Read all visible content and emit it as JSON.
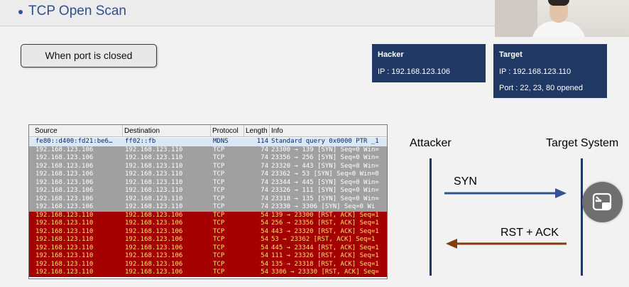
{
  "slide": {
    "title": "TCP Open Scan",
    "case_label": "When port is closed"
  },
  "hacker": {
    "title": "Hacker",
    "ip": "IP : 192.168.123.106"
  },
  "target": {
    "title": "Target",
    "ip": "IP : 192.168.123.110",
    "ports": "Port : 22, 23, 80 opened"
  },
  "capture": {
    "columns": [
      "Source",
      "Destination",
      "Protocol",
      "Length",
      "Info"
    ],
    "rows": [
      {
        "type": "mdns",
        "src": "fe80::d400:fd21:be6…",
        "dst": "ff02::fb",
        "proto": "MDNS",
        "len": "114",
        "info": "Standard query 0x0000 PTR _1"
      },
      {
        "type": "syn",
        "src": "192.168.123.106",
        "dst": "192.168.123.110",
        "proto": "TCP",
        "len": "74",
        "info": "23300 → 139 [SYN] Seq=0 Win="
      },
      {
        "type": "syn",
        "src": "192.168.123.106",
        "dst": "192.168.123.110",
        "proto": "TCP",
        "len": "74",
        "info": "23356 → 256 [SYN] Seq=0 Win="
      },
      {
        "type": "syn",
        "src": "192.168.123.106",
        "dst": "192.168.123.110",
        "proto": "TCP",
        "len": "74",
        "info": "23320 → 443 [SYN] Seq=0 Win="
      },
      {
        "type": "syn",
        "src": "192.168.123.106",
        "dst": "192.168.123.110",
        "proto": "TCP",
        "len": "74",
        "info": "23362 → 53 [SYN] Seq=0 Win=0"
      },
      {
        "type": "syn",
        "src": "192.168.123.106",
        "dst": "192.168.123.110",
        "proto": "TCP",
        "len": "74",
        "info": "23344 → 445 [SYN] Seq=0 Win="
      },
      {
        "type": "syn",
        "src": "192.168.123.106",
        "dst": "192.168.123.110",
        "proto": "TCP",
        "len": "74",
        "info": "23326 → 111 [SYN] Seq=0 Win="
      },
      {
        "type": "syn",
        "src": "192.168.123.106",
        "dst": "192.168.123.110",
        "proto": "TCP",
        "len": "74",
        "info": "23318 → 135 [SYN] Seq=0 Win="
      },
      {
        "type": "syn",
        "src": "192.168.123.106",
        "dst": "192.168.123.110",
        "proto": "TCP",
        "len": "74",
        "info": "23330 → 3306 [SYN] Seq=0 Wi"
      },
      {
        "type": "rst",
        "src": "192.168.123.110",
        "dst": "192.168.123.106",
        "proto": "TCP",
        "len": "54",
        "info": "139 → 23300 [RST, ACK] Seq=1"
      },
      {
        "type": "rst",
        "src": "192.168.123.110",
        "dst": "192.168.123.106",
        "proto": "TCP",
        "len": "54",
        "info": "256 → 23356 [RST, ACK] Seq=1"
      },
      {
        "type": "rst",
        "src": "192.168.123.110",
        "dst": "192.168.123.106",
        "proto": "TCP",
        "len": "54",
        "info": "443 → 23320 [RST, ACK] Seq=1"
      },
      {
        "type": "rst",
        "src": "192.168.123.110",
        "dst": "192.168.123.106",
        "proto": "TCP",
        "len": "54",
        "info": "53 → 23362 [RST, ACK] Seq=1"
      },
      {
        "type": "rst",
        "src": "192.168.123.110",
        "dst": "192.168.123.106",
        "proto": "TCP",
        "len": "54",
        "info": "445 → 23344 [RST, ACK] Seq=1"
      },
      {
        "type": "rst",
        "src": "192.168.123.110",
        "dst": "192.168.123.106",
        "proto": "TCP",
        "len": "54",
        "info": "111 → 23326 [RST, ACK] Seq=1"
      },
      {
        "type": "rst",
        "src": "192.168.123.110",
        "dst": "192.168.123.106",
        "proto": "TCP",
        "len": "54",
        "info": "135 → 23318 [RST, ACK] Seq=1"
      },
      {
        "type": "rst",
        "src": "192.168.123.110",
        "dst": "192.168.123.106",
        "proto": "TCP",
        "len": "54",
        "info": "3306 → 23330 [RST, ACK] Seq="
      }
    ]
  },
  "diagram": {
    "attacker_label": "Attacker",
    "target_label": "Target System",
    "syn_label": "SYN",
    "rst_label": "RST + ACK",
    "syn_color": "#2f5597",
    "rst_color": "#843c0c",
    "line_color": "#203864"
  },
  "colors": {
    "title": "#2f4f8f",
    "box_bg": "#203864",
    "syn_row_bg": "#a0a0a0",
    "rst_row_bg": "#a40000",
    "rst_row_text": "#ffe36e"
  },
  "icons": {
    "pip": "picture-in-picture-exit-icon"
  }
}
